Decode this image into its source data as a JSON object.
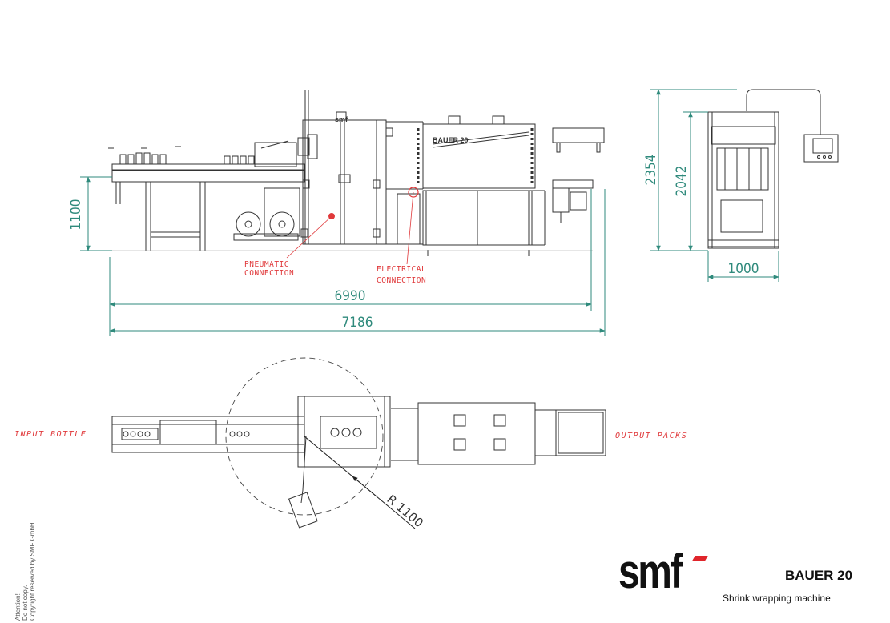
{
  "dimensions": {
    "height_left": "1100",
    "length_inner": "6990",
    "length_outer": "7186",
    "height_total": "2354",
    "height_inner": "2042",
    "width": "1000",
    "radius": "R 1100"
  },
  "labels": {
    "pneumatic": [
      "PNEUMATIC",
      "CONNECTION"
    ],
    "electrical": [
      "ELECTRICAL",
      "CONNECTION"
    ],
    "input": "INPUT BOTTLE",
    "output": "OUTPUT PACKS",
    "tunnel_mark": "BAUER 20",
    "cabinet_mark": "smf"
  },
  "copyright": {
    "line1": "Attention!",
    "line2": "Do not copy.",
    "line3": "Copyright reserved by SMF GmbH."
  },
  "title_block": {
    "brand": "smf",
    "model": "BAUER 20",
    "description": "Shrink wrapping machine"
  },
  "colors": {
    "dimension": "#2f8a7c",
    "annotation": "#e0393b",
    "linework": "#333333",
    "brand_accent": "#e0252b"
  }
}
